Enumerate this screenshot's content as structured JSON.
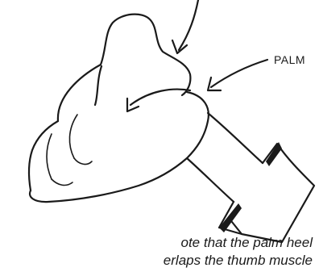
{
  "labels": {
    "palm": "PALM"
  },
  "note": {
    "line1": "ote that the palm heel",
    "line2": "erlaps the thumb muscle"
  }
}
